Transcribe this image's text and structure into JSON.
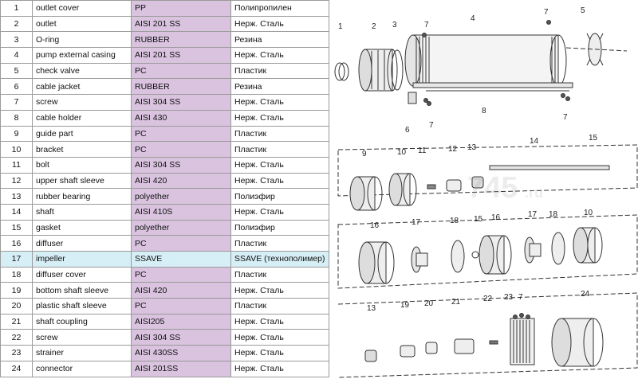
{
  "parts": [
    {
      "num": "1",
      "name": "outlet cover",
      "material": "PP",
      "material_ru": "Полипропилен"
    },
    {
      "num": "2",
      "name": "outlet",
      "material": "AISI 201 SS",
      "material_ru": "Нерж. Сталь"
    },
    {
      "num": "3",
      "name": "O-ring",
      "material": "RUBBER",
      "material_ru": "Резина"
    },
    {
      "num": "4",
      "name": "pump external casing",
      "material": "AISI 201 SS",
      "material_ru": "Нерж. Сталь"
    },
    {
      "num": "5",
      "name": "check valve",
      "material": "PC",
      "material_ru": "Пластик"
    },
    {
      "num": "6",
      "name": "cable jacket",
      "material": "RUBBER",
      "material_ru": "Резина"
    },
    {
      "num": "7",
      "name": "screw",
      "material": "AISI 304 SS",
      "material_ru": "Нерж. Сталь"
    },
    {
      "num": "8",
      "name": "cable holder",
      "material": "AISI 430",
      "material_ru": "Нерж. Сталь"
    },
    {
      "num": "9",
      "name": "guide part",
      "material": "PC",
      "material_ru": "Пластик"
    },
    {
      "num": "10",
      "name": "bracket",
      "material": "PC",
      "material_ru": "Пластик"
    },
    {
      "num": "11",
      "name": "bolt",
      "material": "AISI 304 SS",
      "material_ru": "Нерж. Сталь"
    },
    {
      "num": "12",
      "name": "upper shaft sleeve",
      "material": "AISI 420",
      "material_ru": "Нерж. Сталь"
    },
    {
      "num": "13",
      "name": "rubber bearing",
      "material": "polyether",
      "material_ru": "Полиэфир"
    },
    {
      "num": "14",
      "name": "shaft",
      "material": "AISI 410S",
      "material_ru": "Нерж. Сталь"
    },
    {
      "num": "15",
      "name": "gasket",
      "material": "polyether",
      "material_ru": "Полиэфир"
    },
    {
      "num": "16",
      "name": "diffuser",
      "material": "PC",
      "material_ru": "Пластик"
    },
    {
      "num": "17",
      "name": "impeller",
      "material": "SSAVE",
      "material_ru": "SSAVE (технополимер)"
    },
    {
      "num": "18",
      "name": "diffuser cover",
      "material": "PC",
      "material_ru": "Пластик"
    },
    {
      "num": "19",
      "name": "bottom shaft sleeve",
      "material": "AISI 420",
      "material_ru": "Нерж. Сталь"
    },
    {
      "num": "20",
      "name": "plastic shaft sleeve",
      "material": "PC",
      "material_ru": "Пластик"
    },
    {
      "num": "21",
      "name": "shaft coupling",
      "material": "AISI205",
      "material_ru": "Нерж. Сталь"
    },
    {
      "num": "22",
      "name": "screw",
      "material": "AISI 304 SS",
      "material_ru": "Нерж. Сталь"
    },
    {
      "num": "23",
      "name": "strainer",
      "material": "AISI 430SS",
      "material_ru": "Нерж. Сталь"
    },
    {
      "num": "24",
      "name": "connector",
      "material": "AISI 201SS",
      "material_ru": "Нерж. Сталь"
    }
  ],
  "highlighted_row": "17",
  "drawing": {
    "row1": [
      "1",
      "2",
      "3",
      "4",
      "5",
      "6",
      "7",
      "7",
      "7",
      "8",
      "7"
    ],
    "row2": [
      "9",
      "10",
      "11",
      "12",
      "13",
      "14",
      "15"
    ],
    "row3": [
      "16",
      "17",
      "18",
      "15",
      "16",
      "17",
      "18",
      "10"
    ],
    "row4": [
      "13",
      "19",
      "20",
      "21",
      "22",
      "23",
      "7",
      "24"
    ]
  },
  "watermark": "745",
  "watermark_suffix": ".ru"
}
